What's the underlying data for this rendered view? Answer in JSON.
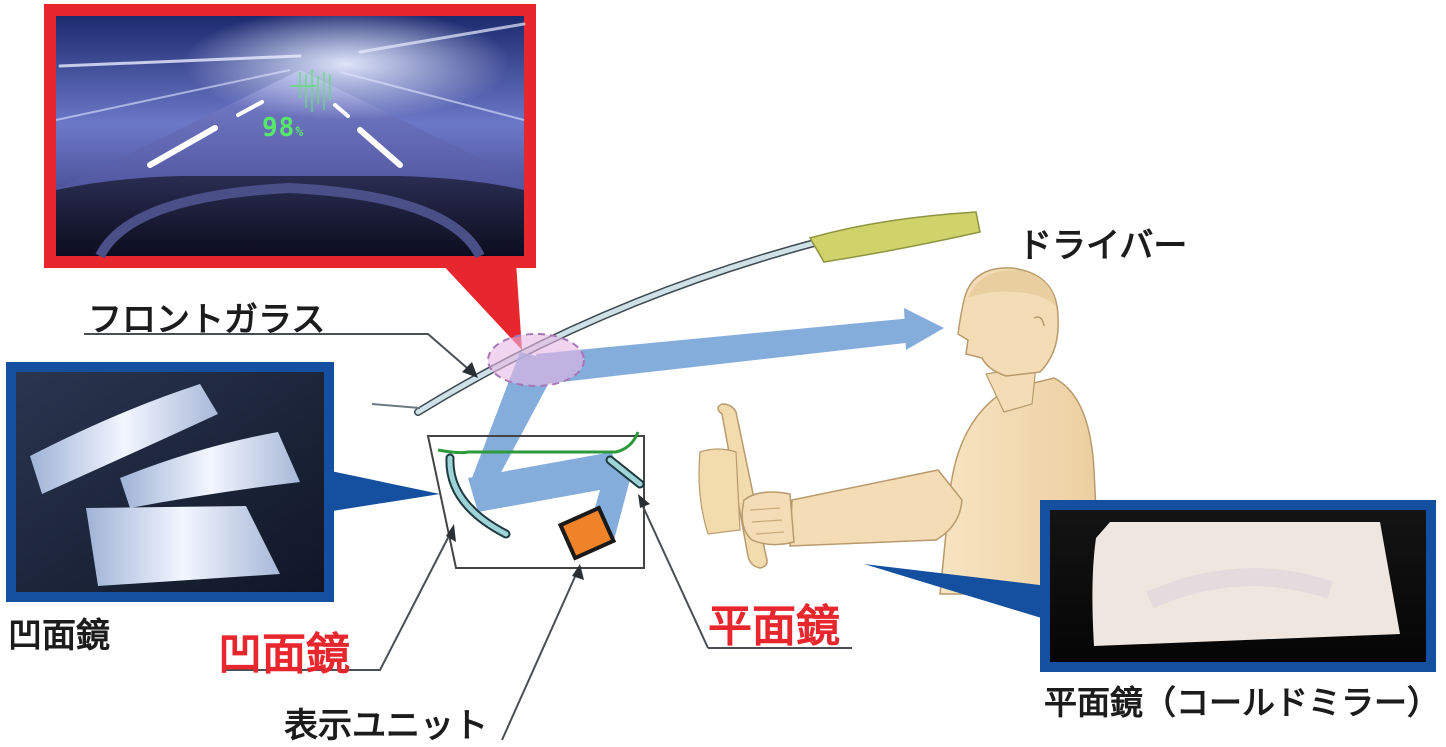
{
  "labels": {
    "windshield": "フロントガラス",
    "driver": "ドライバー",
    "concave_mirror_photo": "凹面鏡",
    "concave_mirror": "凹面鏡",
    "plane_mirror": "平面鏡",
    "display_unit": "表示ユニット",
    "cold_mirror": "平面鏡（コールドミラー）"
  },
  "hud": {
    "value": "98",
    "unit": "%"
  },
  "colors": {
    "callout_red": "#e8262d",
    "callout_blue": "#1550a0",
    "light_path": "#6f9fd6",
    "windshield_glass": "#cfe0e6",
    "visor": "#cfd36a",
    "skin": "#f4ddb6",
    "display_unit": "#f0832a",
    "hud_green": "#56e86a",
    "label_red": "#e8262d"
  }
}
